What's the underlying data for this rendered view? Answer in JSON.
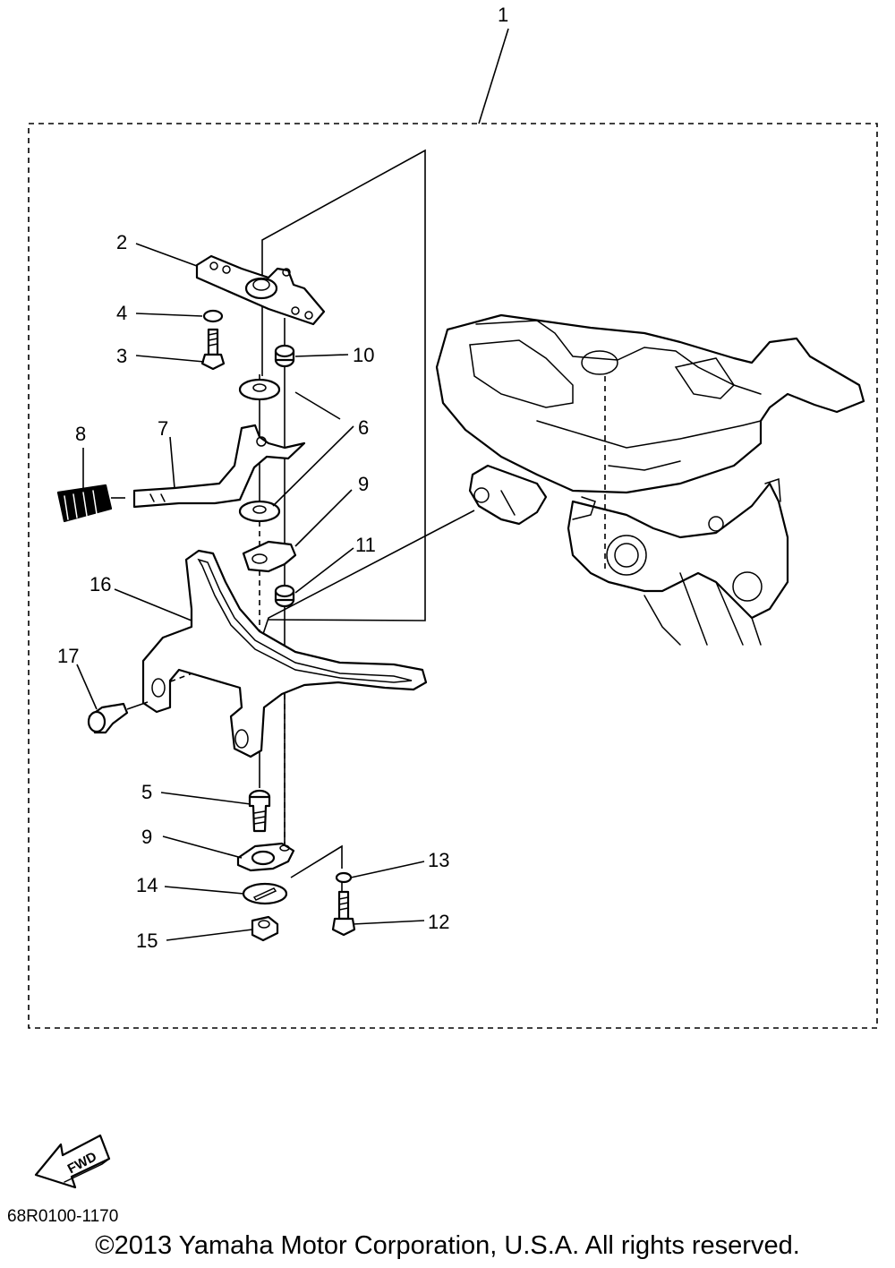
{
  "callouts": [
    {
      "id": "c1",
      "text": "1"
    },
    {
      "id": "c2",
      "text": "2"
    },
    {
      "id": "c3",
      "text": "3"
    },
    {
      "id": "c4",
      "text": "4"
    },
    {
      "id": "c5",
      "text": "5"
    },
    {
      "id": "c6",
      "text": "6"
    },
    {
      "id": "c7",
      "text": "7"
    },
    {
      "id": "c8",
      "text": "8"
    },
    {
      "id": "c9a",
      "text": "9"
    },
    {
      "id": "c9b",
      "text": "9"
    },
    {
      "id": "c10",
      "text": "10"
    },
    {
      "id": "c11",
      "text": "11"
    },
    {
      "id": "c12",
      "text": "12"
    },
    {
      "id": "c13",
      "text": "13"
    },
    {
      "id": "c14",
      "text": "14"
    },
    {
      "id": "c15",
      "text": "15"
    },
    {
      "id": "c16",
      "text": "16"
    },
    {
      "id": "c17",
      "text": "17"
    }
  ],
  "fwd_label": "FWD",
  "drawing_code": "68R0100-1170",
  "copyright": "©2013 Yamaha Motor Corporation, U.S.A. All rights reserved."
}
